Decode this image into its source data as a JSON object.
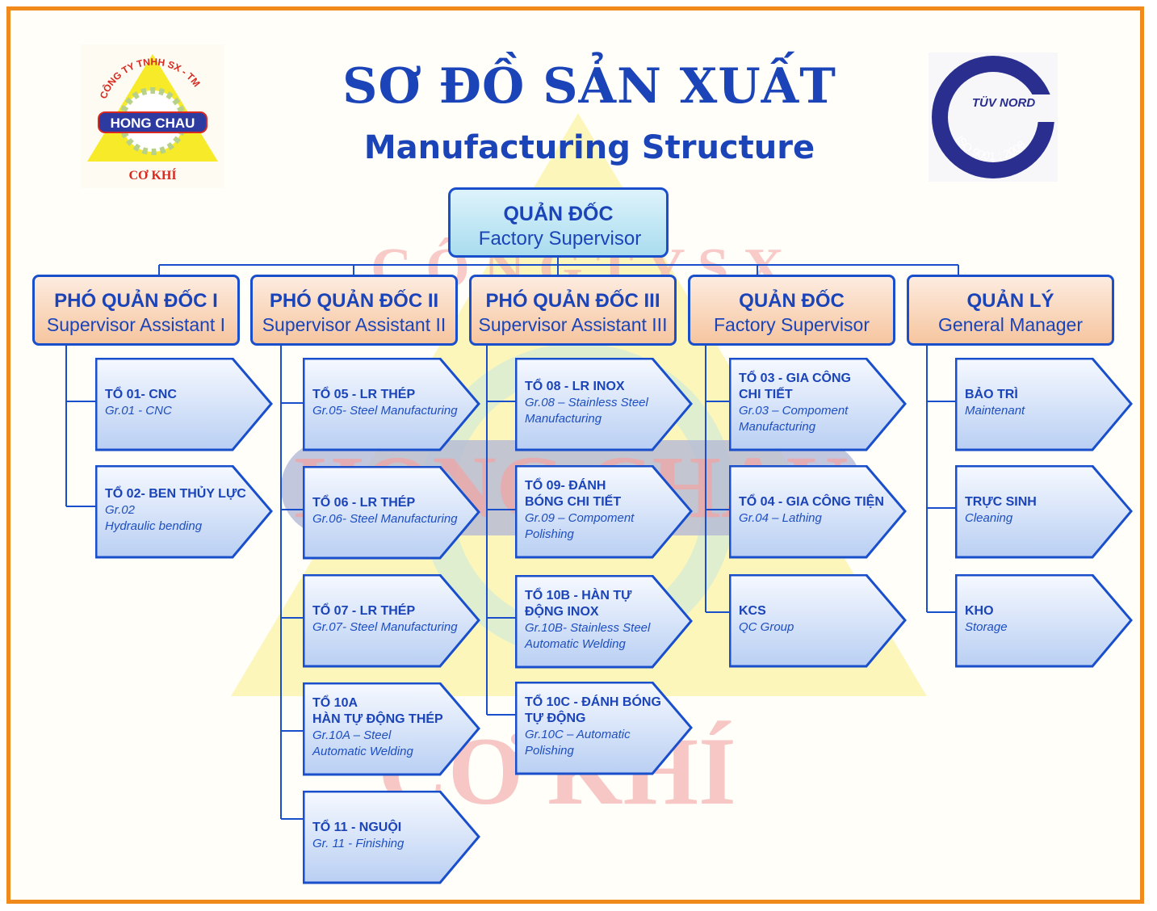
{
  "title": "SƠ ĐỒ SẢN XUẤT",
  "subtitle": "Manufacturing Structure",
  "logo_left": {
    "arc_text": "CÔNG TY TNHH SX - TM",
    "band_text": "HONG CHAU",
    "bottom_text": "CƠ KHÍ"
  },
  "logo_right": {
    "brand": "TÜV NORD",
    "cert": "ISO 9001 : 2008"
  },
  "colors": {
    "frame": "#f08a1c",
    "accent": "#1a44b8",
    "head_fill": "#f6c59f",
    "top_fill": "#a9dcef",
    "group_fill": "#c6d8f7"
  },
  "top": {
    "title": "QUẢN ĐỐC",
    "subtitle": "Factory Supervisor"
  },
  "columns": [
    {
      "title": "PHÓ QUẢN ĐỐC I",
      "subtitle": "Supervisor Assistant I",
      "groups": [
        {
          "name": "TỔ 01- CNC",
          "sub": "Gr.01 - CNC"
        },
        {
          "name": "TỔ 02- BEN THỦY LỰC",
          "sub": "Gr.02\nHydraulic bending"
        }
      ]
    },
    {
      "title": "PHÓ QUẢN ĐỐC II",
      "subtitle": "Supervisor Assistant II",
      "groups": [
        {
          "name": "TỔ 05 - LR THÉP",
          "sub": "Gr.05- Steel Manufacturing"
        },
        {
          "name": "TỔ 06 - LR THÉP",
          "sub": "Gr.06- Steel Manufacturing"
        },
        {
          "name": "TỔ 07 - LR THÉP",
          "sub": "Gr.07- Steel Manufacturing"
        },
        {
          "name": "TỔ 10A\nHÀN TỰ ĐỘNG THÉP",
          "sub": "Gr.10A – Steel\nAutomatic Welding"
        },
        {
          "name": "TỔ 11 -  NGUỘI",
          "sub": "Gr. 11 - Finishing"
        }
      ]
    },
    {
      "title": "PHÓ QUẢN ĐỐC III",
      "subtitle": "Supervisor Assistant III",
      "groups": [
        {
          "name": "TỔ 08 - LR INOX",
          "sub": "Gr.08 – Stainless Steel\nManufacturing"
        },
        {
          "name": "TỔ 09- ĐÁNH\nBÓNG CHI TIẾT",
          "sub": "Gr.09 – Compoment\nPolishing"
        },
        {
          "name": "TỔ 10B - HÀN TỰ\nĐỘNG INOX",
          "sub": "Gr.10B- Stainless Steel\nAutomatic Welding"
        },
        {
          "name": "TỔ 10C - ĐÁNH BÓNG\nTỰ ĐỘNG",
          "sub": "Gr.10C – Automatic\nPolishing"
        }
      ]
    },
    {
      "title": "QUẢN ĐỐC",
      "subtitle": "Factory Supervisor",
      "groups": [
        {
          "name": "TỔ 03 - GIA CÔNG\nCHI TIẾT",
          "sub": "Gr.03 – Compoment\nManufacturing"
        },
        {
          "name": "TỔ 04 - GIA CÔNG TIỆN",
          "sub": "Gr.04 – Lathing"
        },
        {
          "name": "KCS",
          "sub": "QC Group"
        }
      ]
    },
    {
      "title": "QUẢN LÝ",
      "subtitle": "General Manager",
      "groups": [
        {
          "name": "BẢO TRÌ",
          "sub": "Maintenant"
        },
        {
          "name": "TRỰC SINH",
          "sub": "Cleaning"
        },
        {
          "name": "KHO",
          "sub": "Storage"
        }
      ]
    }
  ]
}
